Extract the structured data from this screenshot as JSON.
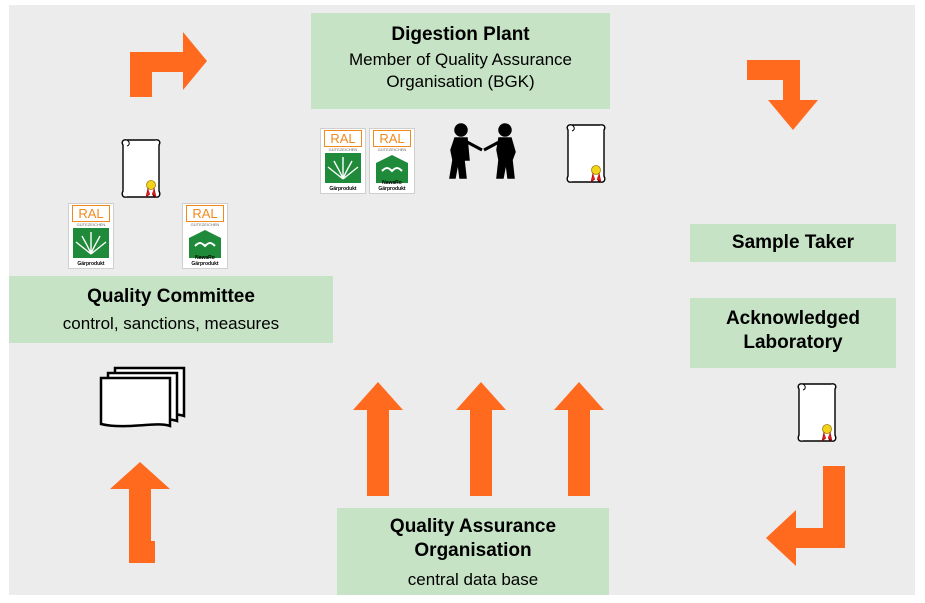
{
  "digestion_plant": {
    "title": "Digestion Plant",
    "subtitle": "Member of Quality Assurance Organisation (BGK)"
  },
  "quality_committee": {
    "title": "Quality Committee",
    "subtitle": "control, sanctions, measures"
  },
  "sample_taker": {
    "title": "Sample Taker"
  },
  "laboratory": {
    "title": "Acknowledged Laboratory"
  },
  "qa_org": {
    "title": "Quality Assurance Organisation",
    "subtitle": "central data base"
  },
  "ral_badges": {
    "ral_text": "RAL",
    "gz_text": "GÜTEZEICHEN",
    "garprodukt": "Gärprodukt",
    "nawaro": "NawaRo"
  },
  "colors": {
    "arrow": "#ff6a1f",
    "box_fill": "#c6e3c5",
    "background": "#ececec"
  },
  "icons": [
    "certificate-icon",
    "handshake-icon",
    "documents-icon",
    "ral-seal-icon"
  ]
}
